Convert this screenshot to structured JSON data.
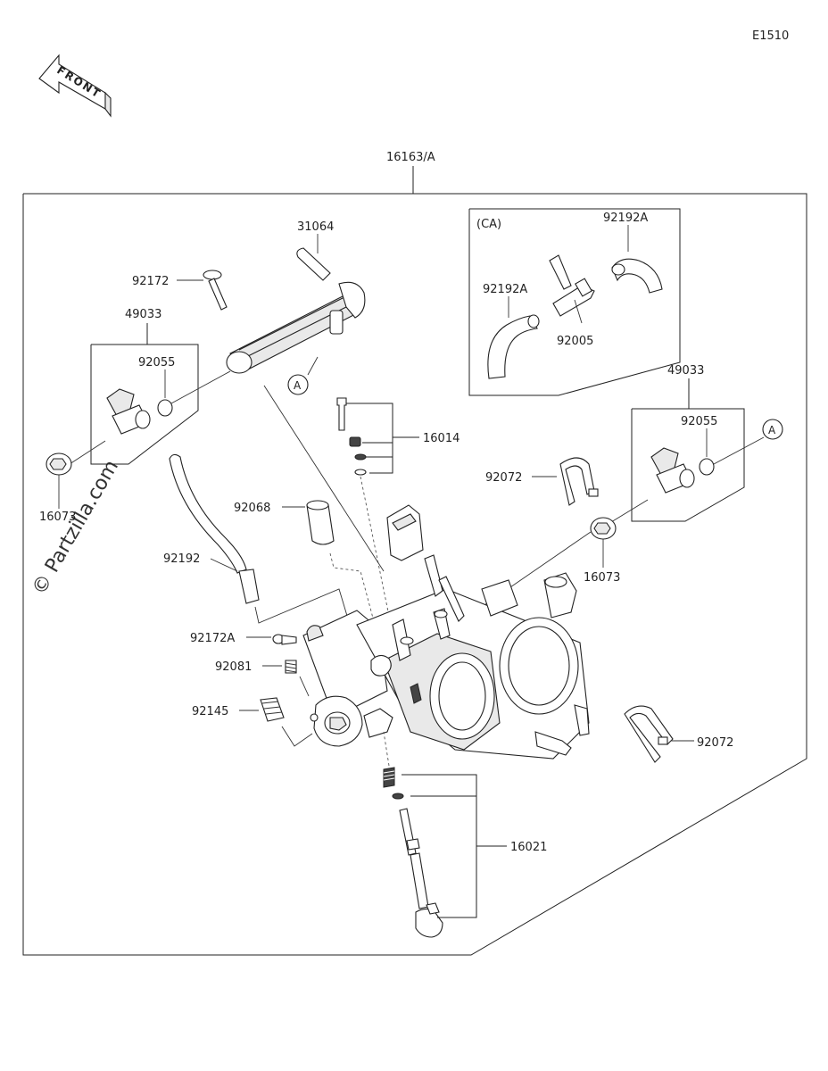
{
  "diagram_code": "E1510",
  "front_label": "FRONT",
  "watermark": "© Partzilla.com",
  "ca_label": "(CA)",
  "ref_marker": "A",
  "parts": {
    "assembly": "16163/A",
    "p31064": "31064",
    "p92172": "92172",
    "p49033_left": "49033",
    "p92055_left": "92055",
    "p16073_left": "16073",
    "p92192A_top": "92192A",
    "p92192A_left": "92192A",
    "p92005": "92005",
    "p16014": "16014",
    "p49033_right": "49033",
    "p92055_right": "92055",
    "p92072_top": "92072",
    "p92068": "92068",
    "p92192": "92192",
    "p16073_right": "16073",
    "p92172A": "92172A",
    "p92081": "92081",
    "p92145": "92145",
    "p92072_right": "92072",
    "p16021": "16021"
  }
}
